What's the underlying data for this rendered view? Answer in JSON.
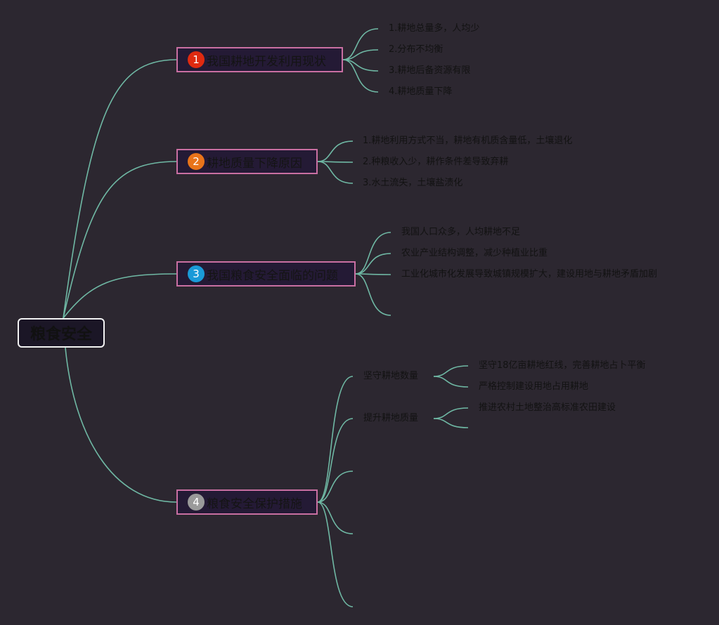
{
  "root": {
    "label": "粮食安全"
  },
  "topics": [
    {
      "badge": "1",
      "badge_color": "#e02a10",
      "label": "我国耕地开发利用现状",
      "items": [
        "1.耕地总量多，人均少",
        "2.分布不均衡",
        "3.耕地后备资源有限",
        "4.耕地质量下降"
      ]
    },
    {
      "badge": "2",
      "badge_color": "#e8741a",
      "label": "耕地质量下降原因",
      "items": [
        "1.耕地利用方式不当，耕地有机质含量低，土壤退化",
        "2.种粮收入少，耕作条件差导致弃耕",
        "3.水土流失，土壤盐渍化"
      ]
    },
    {
      "badge": "3",
      "badge_color": "#1a9ad8",
      "label": "我国粮食安全面临的问题",
      "items": [
        "我国人口众多，人均耕地不足",
        "农业产业结构调整，减少种植业比重",
        "工业化城市化发展导致城镇规模扩大，建设用地与耕地矛盾加剧",
        ""
      ]
    },
    {
      "badge": "4",
      "badge_color": "#9a9a9a",
      "label": "粮食安全保护措施",
      "subtopics": [
        {
          "label": "坚守耕地数量",
          "items": [
            "坚守18亿亩耕地红线，完善耕地占卜平衡",
            "严格控制建设用地占用耕地"
          ]
        },
        {
          "label": "提升耕地质量",
          "items": [
            "推进农村土地整治高标准农田建设",
            ""
          ]
        },
        {
          "label": "",
          "items": []
        },
        {
          "label": "",
          "items": []
        },
        {
          "label": "",
          "items": []
        }
      ]
    }
  ],
  "colors": {
    "line": "#6fb8a4",
    "topic_border": "#c96fa2",
    "root_border": "#f2f2f2",
    "background": "#2c2730"
  }
}
